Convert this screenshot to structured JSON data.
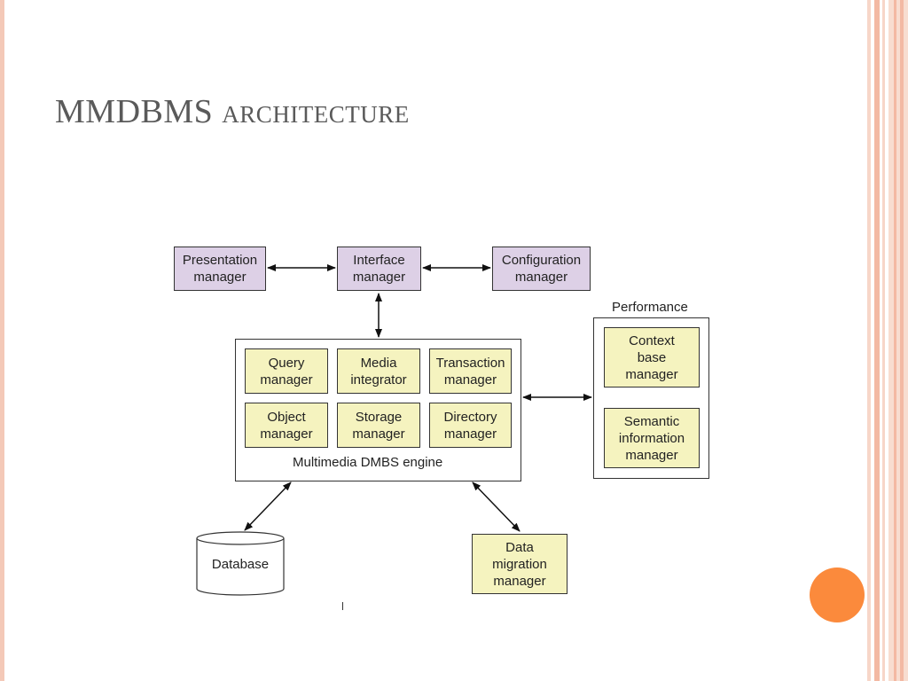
{
  "slide": {
    "title_main": "MMDBMS",
    "title_sc": "architecture"
  },
  "diagram": {
    "presentation_manager": "Presentation\nmanager",
    "interface_manager": "Interface\nmanager",
    "configuration_manager": "Configuration\nmanager",
    "query_manager": "Query\nmanager",
    "media_integrator": "Media\nintegrator",
    "transaction_manager": "Transaction\nmanager",
    "object_manager": "Object\nmanager",
    "storage_manager": "Storage\nmanager",
    "directory_manager": "Directory\nmanager",
    "engine_label": "Multimedia DMBS engine",
    "performance_label": "Performance",
    "context_base_manager": "Context\nbase\nmanager",
    "semantic_information_manager": "Semantic\ninformation\nmanager",
    "database": "Database",
    "data_migration_manager": "Data\nmigration\nmanager"
  },
  "colors": {
    "purple_box": "#ddd0e6",
    "yellow_box": "#f5f3bf",
    "accent_dot": "#fb8a3c",
    "frame": "#f3b9a3"
  }
}
